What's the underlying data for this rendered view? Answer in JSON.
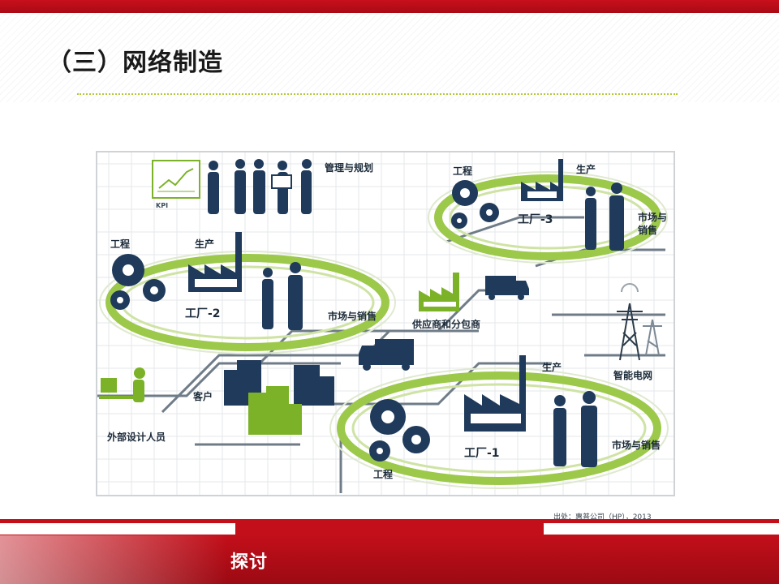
{
  "slide": {
    "title": "（三）网络制造",
    "footer_text": "探讨",
    "source": "出处：惠普公司（HP），2013"
  },
  "colors": {
    "brand_red": "#c30f1a",
    "navy": "#1f3a5a",
    "green": "#7cb228",
    "rule_green": "#b5c93a"
  },
  "figure": {
    "labels": {
      "management": "管理与规划",
      "kpi": "KPI",
      "f3_engineering": "工程",
      "f3_production": "生产",
      "f3_factory": "工厂-3",
      "f3_marketing": "市场与销售",
      "f2_engineering": "工程",
      "f2_production": "生产",
      "f2_factory": "工厂-2",
      "f2_marketing": "市场与销售",
      "suppliers": "供应商和分包商",
      "smart_grid": "智能电网",
      "customer": "客户",
      "designers": "外部设计人员",
      "f1_production": "生产",
      "f1_factory": "工厂-1",
      "f1_marketing": "市场与销售",
      "f1_engineering": "工程"
    },
    "icons": [
      "kpi-chart-icon",
      "people-group-icon",
      "gear-icon",
      "factory-icon",
      "salespeople-icon",
      "truck-icon",
      "power-tower-icon",
      "buildings-icon",
      "designer-at-desk-icon"
    ]
  }
}
